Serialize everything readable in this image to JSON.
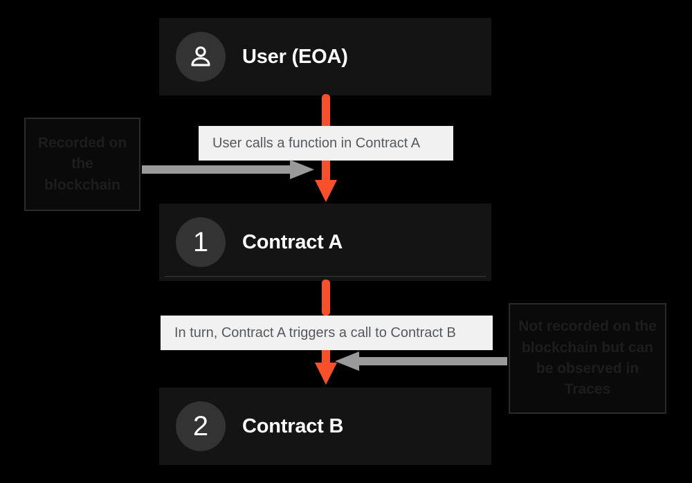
{
  "diagram": {
    "title": "Transaction call flow between user and contracts",
    "background_color": "#000000",
    "accent_color": "#f8502a",
    "node_color": "#141414",
    "badge_color": "#333333",
    "caption_color": "#f1f1f1",
    "nodes": [
      {
        "id": "user",
        "badge": "person-icon",
        "label": "User (EOA)"
      },
      {
        "id": "contract-a",
        "badge": "1",
        "label": "Contract A"
      },
      {
        "id": "contract-b",
        "badge": "2",
        "label": "Contract B"
      }
    ],
    "captions": [
      {
        "id": "caption-1",
        "text": "User calls a function in Contract A"
      },
      {
        "id": "caption-2",
        "text": "In turn, Contract A triggers a call to Contract B"
      }
    ],
    "annotations": [
      {
        "id": "annotation-recorded",
        "lines": [
          "Recorded",
          "on the",
          "blockchain"
        ],
        "text": "Recorded on the blockchain"
      },
      {
        "id": "annotation-not-recorded",
        "lines": [
          "Not recorded on the",
          "blockchain but can",
          "be observed in",
          "Traces"
        ],
        "text": "Not recorded on the blockchain but can be observed in Traces"
      }
    ],
    "connectors": [
      {
        "id": "flow-user-to-contract-a",
        "direction": "down",
        "color": "#f8502a"
      },
      {
        "id": "flow-contract-a-to-contract-b",
        "direction": "down",
        "color": "#f8502a"
      },
      {
        "id": "pointer-recorded",
        "direction": "right",
        "color": "#9a9a9a"
      },
      {
        "id": "pointer-not-recorded",
        "direction": "left",
        "color": "#9a9a9a"
      }
    ]
  }
}
